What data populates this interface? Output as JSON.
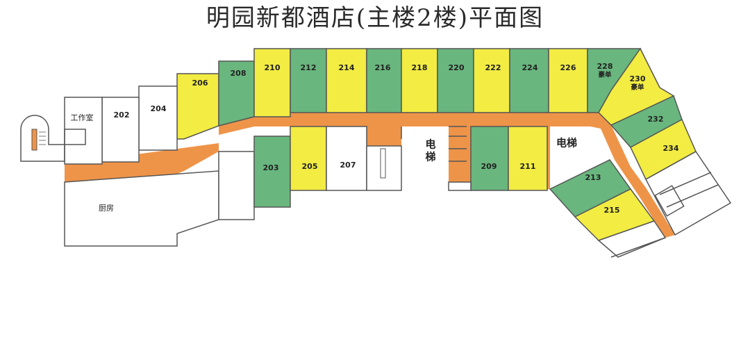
{
  "title": "明园新都酒店(主楼2楼)平面图",
  "colors": {
    "yellow": "#f2ec43",
    "green": "#69b67e",
    "corridor": "#ee9448",
    "wall": "#555555",
    "white": "#ffffff"
  },
  "rooms": {
    "r202": "202",
    "r204": "204",
    "r206": "206",
    "r208": "208",
    "r210": "210",
    "r212": "212",
    "r214": "214",
    "r216": "216",
    "r218": "218",
    "r220": "220",
    "r222": "222",
    "r224": "224",
    "r226": "226",
    "r228": "228",
    "r230": "230",
    "r232": "232",
    "r234": "234",
    "r203": "203",
    "r205": "205",
    "r207": "207",
    "r209": "209",
    "r211": "211",
    "r213": "213",
    "r215": "215"
  },
  "labels": {
    "deluxe": "豪单",
    "workroom": "工作室",
    "kitchen": "厨房",
    "elevator": "电梯",
    "elevator_char1": "电",
    "elevator_char2": "梯"
  }
}
